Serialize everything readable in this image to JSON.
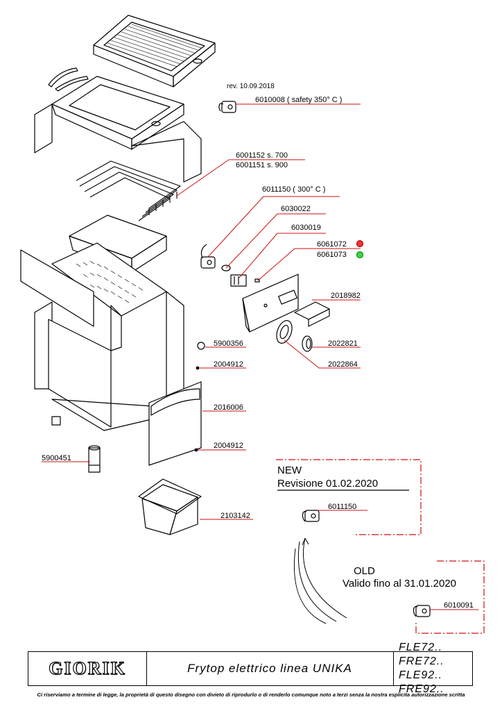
{
  "revision_date": "rev. 10.09.2018",
  "parts": [
    {
      "id": "p6010008",
      "text": "6010008  ( safety 350° C )"
    },
    {
      "id": "p6001152",
      "text": "6001152  s. 700"
    },
    {
      "id": "p6001151",
      "text": "6001151  s. 900"
    },
    {
      "id": "p6011150",
      "text": "6011150  ( 300° C )"
    },
    {
      "id": "p6030022",
      "text": "6030022"
    },
    {
      "id": "p6030019",
      "text": "6030019"
    },
    {
      "id": "p6061072",
      "text": "6061072"
    },
    {
      "id": "p6061073",
      "text": "6061073"
    },
    {
      "id": "p2018982",
      "text": "2018982"
    },
    {
      "id": "p5900356",
      "text": "5900356"
    },
    {
      "id": "p2022821",
      "text": "2022821"
    },
    {
      "id": "p2004912a",
      "text": "2004912"
    },
    {
      "id": "p2022864",
      "text": "2022864"
    },
    {
      "id": "p2016006",
      "text": "2016006"
    },
    {
      "id": "p2004912b",
      "text": "2004912"
    },
    {
      "id": "p5900451",
      "text": "5900451"
    },
    {
      "id": "p2103142",
      "text": "2103142"
    }
  ],
  "new_box": {
    "label": "NEW",
    "revision": "Revisione 01.02.2020",
    "part": "6011150"
  },
  "old_box": {
    "label": "OLD",
    "valid": "Valido fino al 31.01.2020",
    "part": "6010091"
  },
  "indicator_colors": {
    "red": "#e53935",
    "green": "#43d14a"
  },
  "footer": {
    "logo": "GIORIK",
    "title": "Frytop elettrico linea UNIKA",
    "models_line1": "FLE72.. FRE72..",
    "models_line2": "FLE92.. FRE92.."
  },
  "disclaimer": "Ci riserviamo a termine di legge, la proprietà di questo disegno con divieto di riprodurlo o di renderlo comunque noto a terzi senza la nostra esplicita autorizzazione scritta"
}
